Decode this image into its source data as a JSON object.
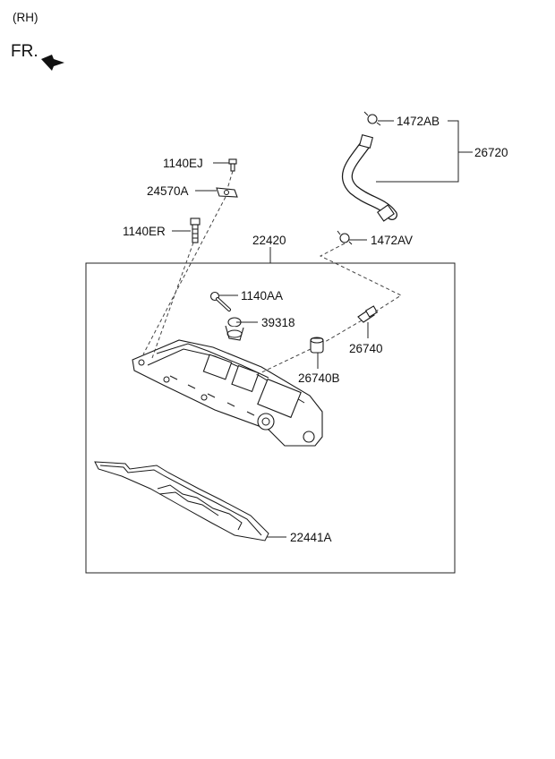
{
  "header": {
    "side_label": "(RH)",
    "fr_label": "FR."
  },
  "parts": {
    "p1472AB": "1472AB",
    "p26720": "26720",
    "p1140EJ": "1140EJ",
    "p24570A": "24570A",
    "p1140ER": "1140ER",
    "p22420": "22420",
    "p1472AV": "1472AV",
    "p1140AA": "1140AA",
    "p39318": "39318",
    "p26740": "26740",
    "p26740B": "26740B",
    "p22441A": "22441A"
  }
}
